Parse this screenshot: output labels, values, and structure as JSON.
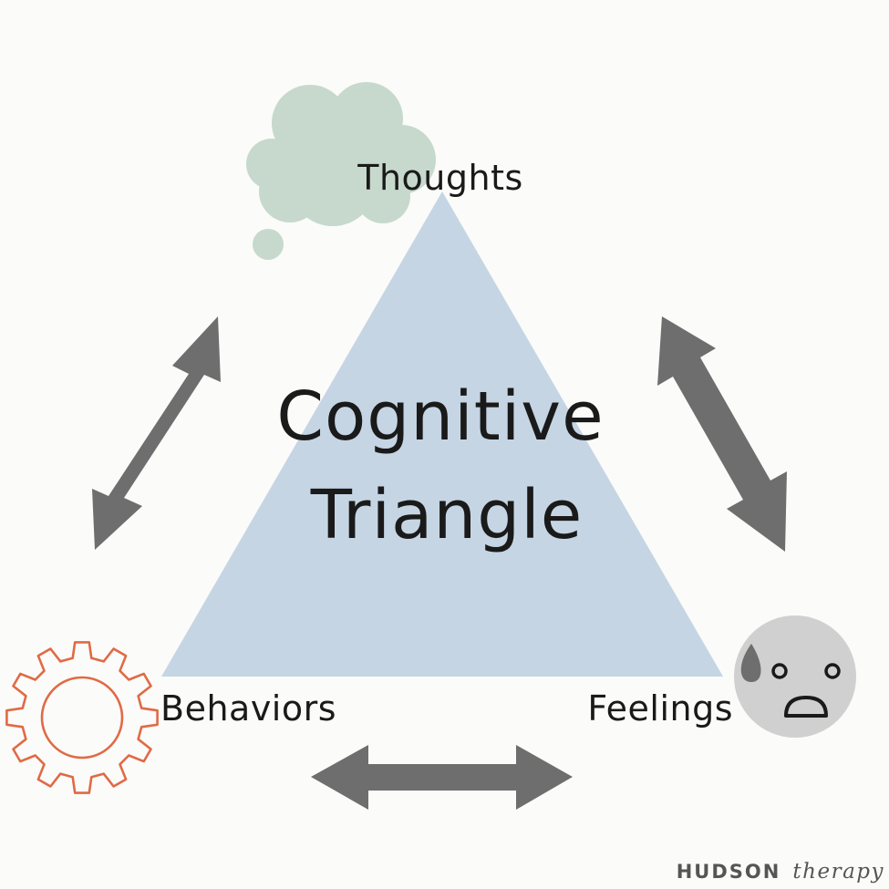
{
  "diagram": {
    "title_line1": "Cognitive",
    "title_line2": "Triangle",
    "nodes": {
      "top": "Thoughts",
      "left": "Behaviors",
      "right": "Feelings"
    },
    "icons": {
      "top": "thought-cloud-icon",
      "left": "gear-icon",
      "right": "sad-face-icon"
    },
    "colors": {
      "triangle": "#c5d5e4",
      "cloud": "#c6d9cc",
      "arrow": "#6e6e6e",
      "gear": "#e06a45",
      "face": "#d0d0d0",
      "text": "#1a1a1a"
    }
  },
  "brand": {
    "name_bold": "HUDSON",
    "name_light": "therapy"
  }
}
